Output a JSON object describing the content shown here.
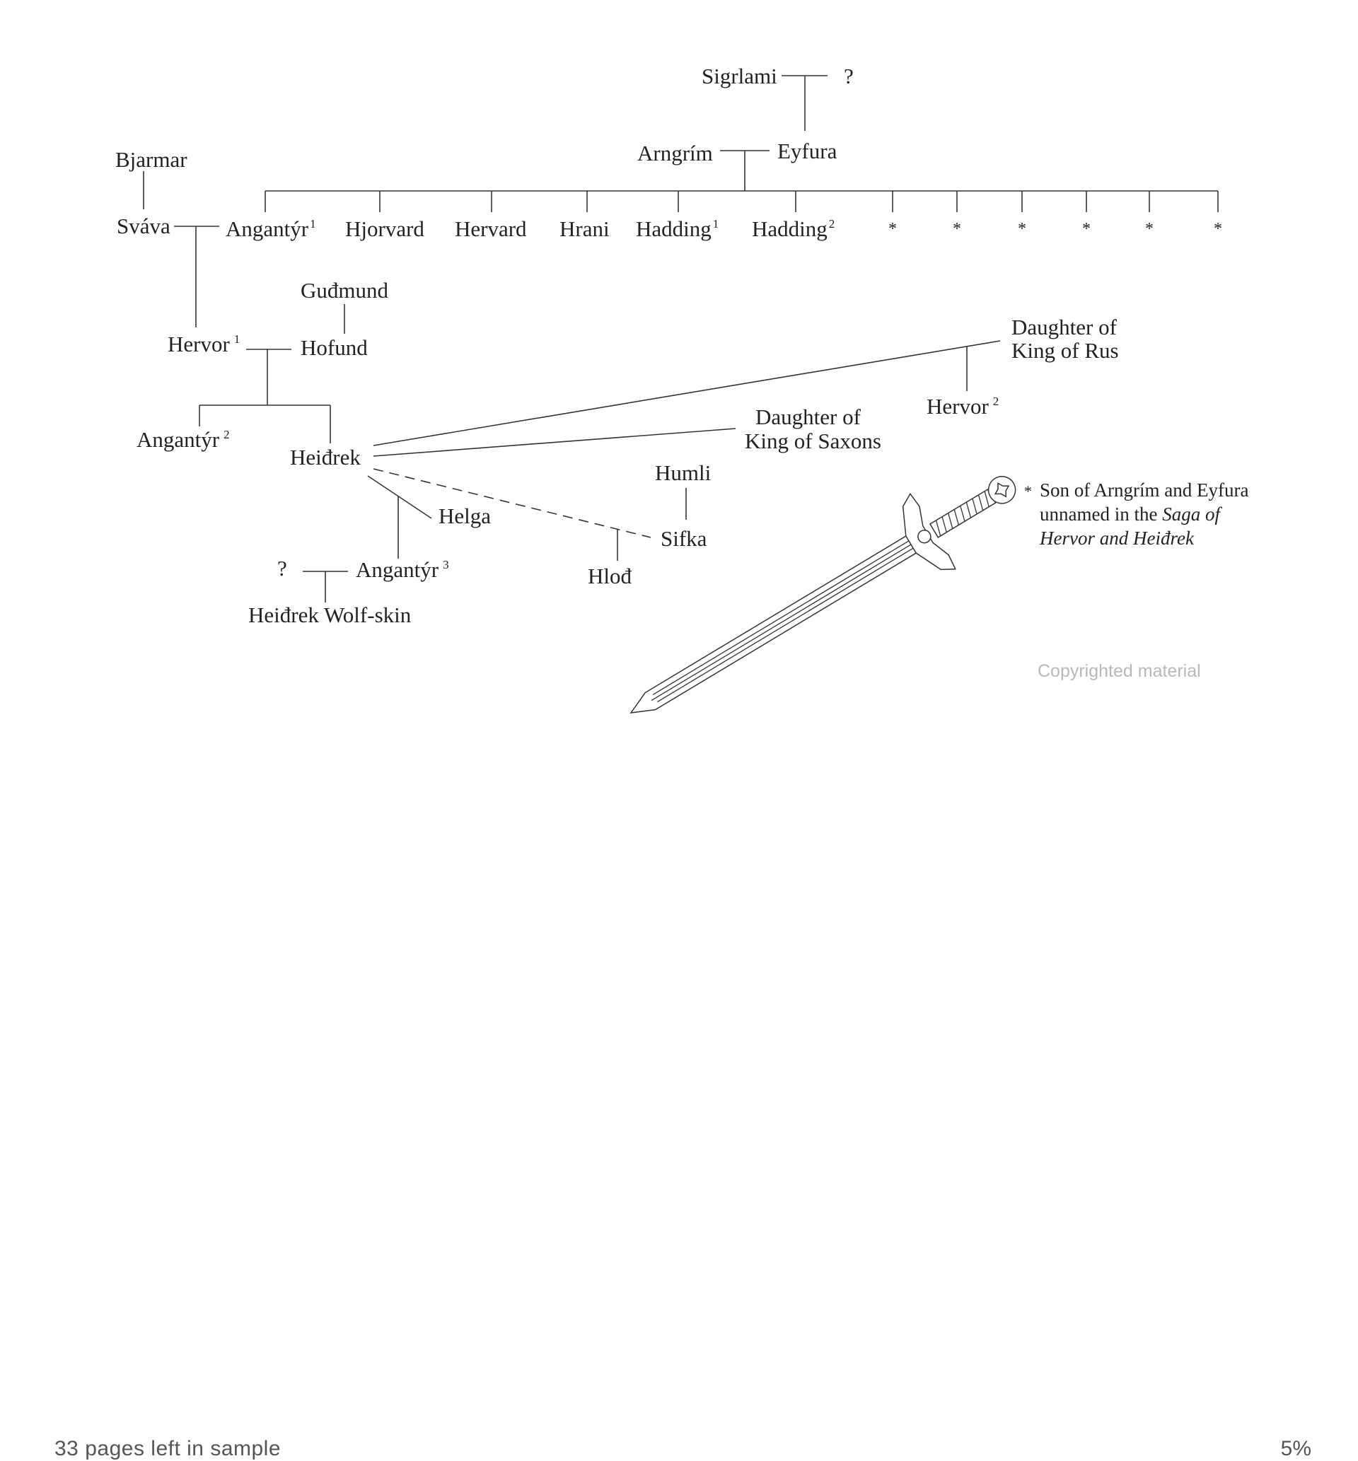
{
  "tree": {
    "sigrlami": "Sigrlami",
    "unknown_top": "?",
    "arngrim": "Arngrím",
    "eyfura": "Eyfura",
    "bjarmar": "Bjarmar",
    "svava": "Sváva",
    "angantyr1": "Angantýr",
    "angantyr1_sup": "1",
    "hjorvard": "Hjorvard",
    "hervard": "Hervard",
    "hrani": "Hrani",
    "hadding1": "Hadding",
    "hadding1_sup": "1",
    "hadding2": "Hadding",
    "hadding2_sup": "2",
    "unnamed_son": "*",
    "gudmund": "Guđmund",
    "hervor1": "Hervor",
    "hervor1_sup": "1",
    "hofund": "Hofund",
    "rus_line1": "Daughter of",
    "rus_line2": "King of Rus",
    "hervor2": "Hervor",
    "hervor2_sup": "2",
    "angantyr2": "Angantýr",
    "angantyr2_sup": "2",
    "heidrek": "Heiđrek",
    "saxons_line1": "Daughter of",
    "saxons_line2": "King of Saxons",
    "humli": "Humli",
    "helga": "Helga",
    "sifka": "Sifka",
    "hlod": "Hlođ",
    "unknown_bottom": "?",
    "angantyr3": "Angantýr",
    "angantyr3_sup": "3",
    "heidrek_wolfskin": "Heiđrek Wolf-skin"
  },
  "note": {
    "star": "*",
    "line1": "Son of Arngrím and Eyfura",
    "line2_pre": "unnamed in the ",
    "line2_italic": "Saga of",
    "line3_italic": "Hervor and Heiđrek"
  },
  "watermark": "Copyrighted material",
  "footer": {
    "pages_left": "33 pages left in sample",
    "progress": "5%"
  }
}
